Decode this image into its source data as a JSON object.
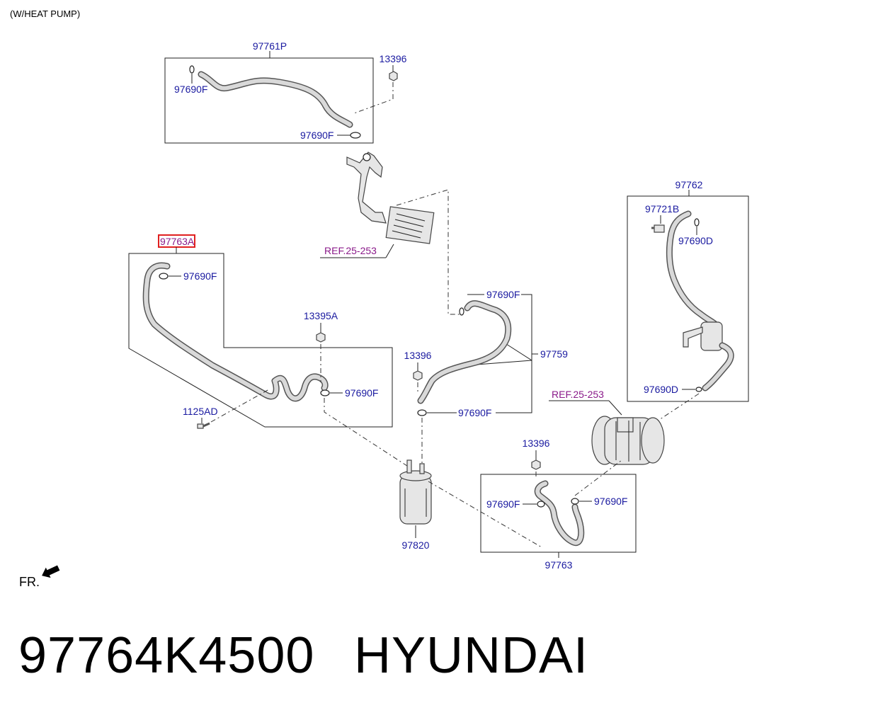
{
  "header_note": "(W/HEAT PUMP)",
  "labels": {
    "p97761P": "97761P",
    "p13396_top": "13396",
    "p97690F_a": "97690F",
    "p97690F_b": "97690F",
    "p97763A": "97763A",
    "p97690F_c": "97690F",
    "p13395A": "13395A",
    "p97690F_d": "97690F",
    "p1125AD": "1125AD",
    "p97690F_e": "97690F",
    "p97759": "97759",
    "p13396_mid": "13396",
    "p97690F_f": "97690F",
    "p97762": "97762",
    "p97721B": "97721B",
    "p97690D_a": "97690D",
    "p97690D_b": "97690D",
    "p13396_low": "13396",
    "p97690F_g": "97690F",
    "p97690F_h": "97690F",
    "p97820": "97820",
    "p97763": "97763"
  },
  "refs": {
    "ref_top": "REF.25-253",
    "ref_right": "REF.25-253"
  },
  "front_marker": "FR.",
  "highlight_color": "#e02020",
  "footer": {
    "part_number": "97764K4500",
    "brand": "HYUNDAI"
  }
}
